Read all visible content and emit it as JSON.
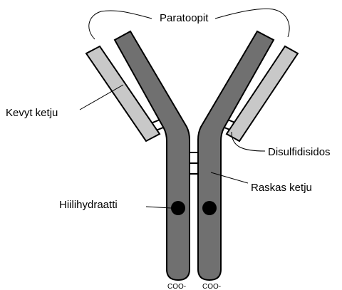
{
  "colors": {
    "heavy_chain": "#707070",
    "light_chain": "#c8c8c8",
    "carbohydrate": "#000000",
    "outline": "#000000",
    "background": "#ffffff"
  },
  "labels": {
    "paratopes": "Paratoopit",
    "light_chain": "Kevyt ketju",
    "disulfide_bond": "Disulfidisidos",
    "heavy_chain": "Raskas ketju",
    "carbohydrate": "Hiilihydraatti",
    "c_terminus_left": "COO-",
    "c_terminus_right": "COO-"
  }
}
